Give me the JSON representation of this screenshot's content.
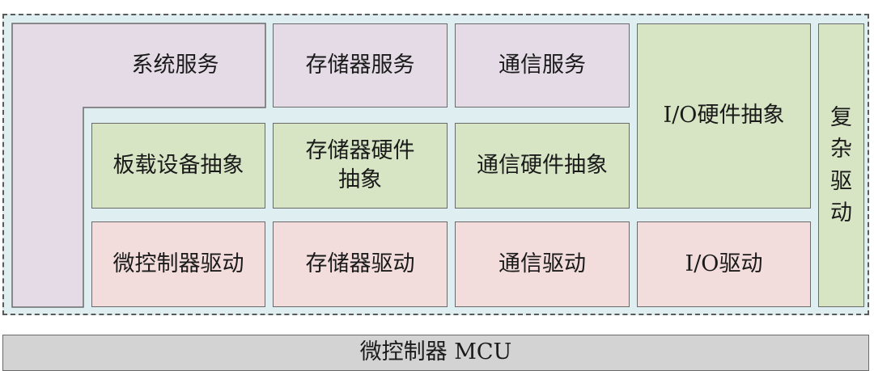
{
  "system_services": "系统服务",
  "memory_services": "存储器服务",
  "communication_services": "通信服务",
  "io_hw_abstraction": "I/O硬件抽象",
  "complex_drivers_chars": [
    "复",
    "杂",
    "驱",
    "动"
  ],
  "onboard_device_abstraction": "板载设备抽象",
  "memory_hw_abstraction_line1": "存储器硬件",
  "memory_hw_abstraction_line2": "抽象",
  "communication_hw_abstraction": "通信硬件抽象",
  "microcontroller_drivers": "微控制器驱动",
  "memory_drivers": "存储器驱动",
  "communication_drivers": "通信驱动",
  "io_drivers": "I/O驱动",
  "microcontroller_mcu": "微控制器 MCU",
  "colors": {
    "services": "#e4dbe7",
    "abstraction": "#d7e5c5",
    "drivers": "#f2dcdc",
    "background": "#dfeef0",
    "mcu": "#d3d3d3"
  }
}
